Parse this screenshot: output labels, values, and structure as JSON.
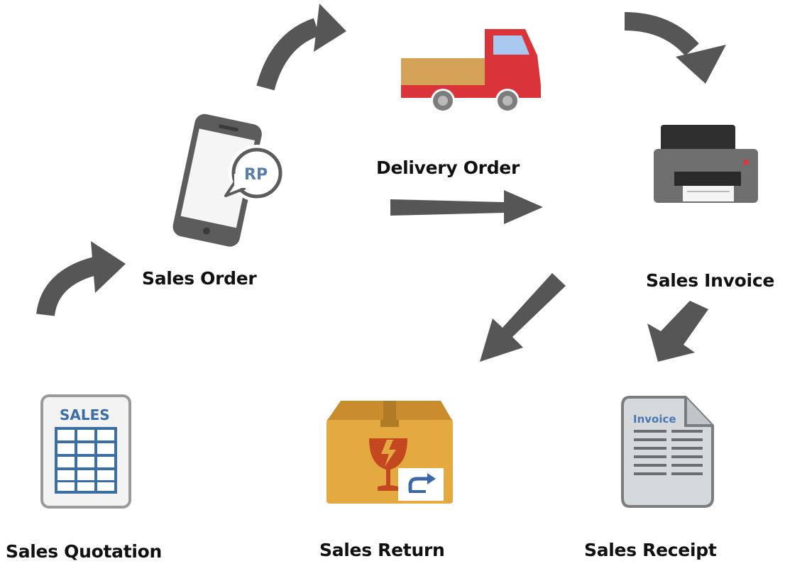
{
  "steps": {
    "quotation": {
      "label": "Sales Quotation",
      "icon": "spreadsheet-icon",
      "badge": "SALES"
    },
    "order": {
      "label": "Sales Order",
      "icon": "smartphone-icon",
      "badge": "RP"
    },
    "delivery": {
      "label": "Delivery Order",
      "icon": "truck-icon"
    },
    "invoice": {
      "label": "Sales Invoice",
      "icon": "printer-icon"
    },
    "return": {
      "label": "Sales Return",
      "icon": "box-icon"
    },
    "receipt": {
      "label": "Sales Receipt",
      "icon": "document-icon",
      "badge": "Invoice"
    }
  },
  "colors": {
    "arrow": "#565656",
    "truck_red": "#d9343a",
    "truck_cargo": "#d4a256",
    "box": "#e4a93f",
    "document": "#d6d9db",
    "text": "#111111"
  }
}
